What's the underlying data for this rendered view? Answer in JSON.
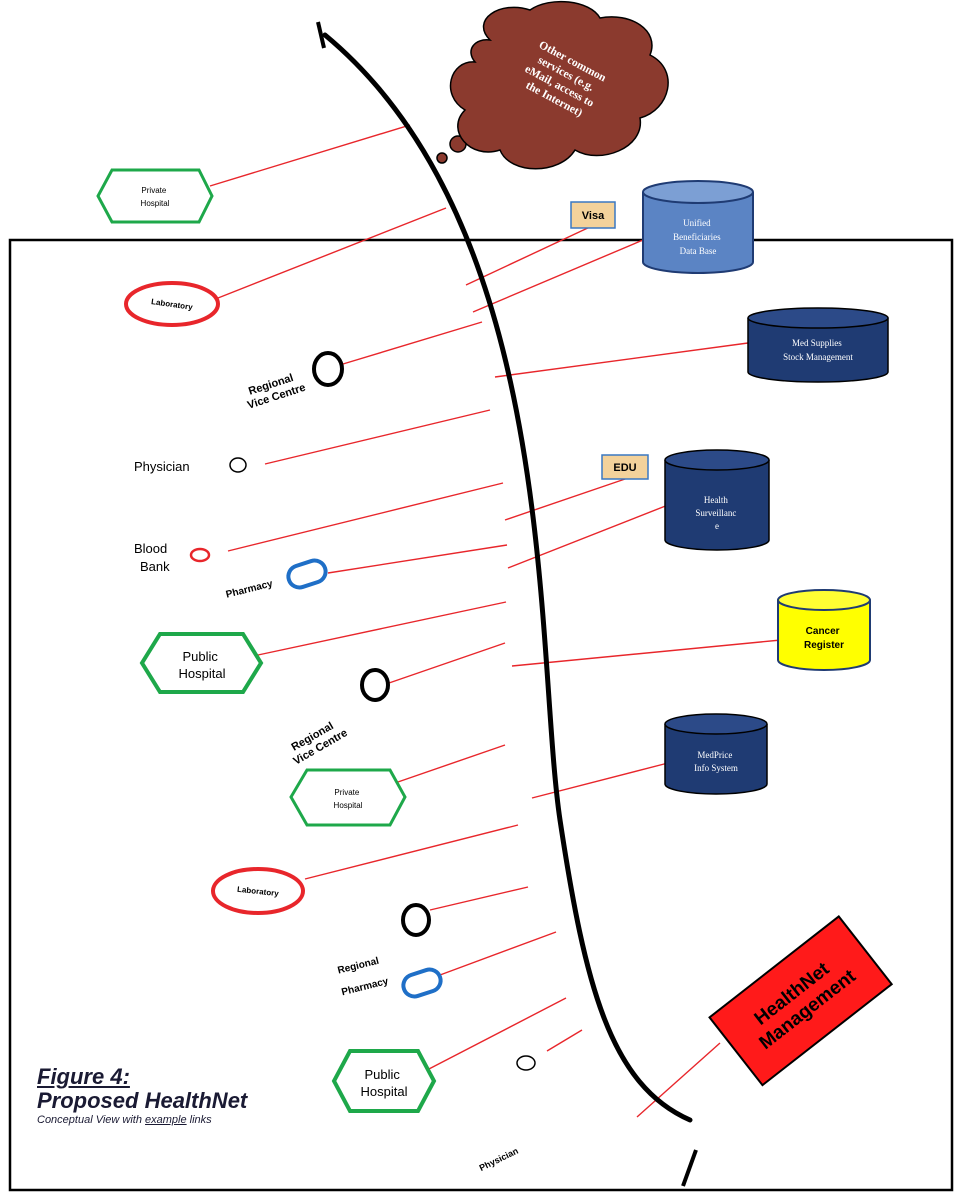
{
  "nodes": {
    "cloud": "Other common services (e.g. eMail, access to the Internet)",
    "private_hospital_1": [
      "Private",
      "Hospital"
    ],
    "laboratory_1": "Laboratory",
    "regional_vice_centre_1": [
      "Regional",
      "Vice Centre"
    ],
    "physician_1": "Physician",
    "blood_bank": [
      "Blood",
      "Bank"
    ],
    "pharmacy_1": "Pharmacy",
    "public_hospital_1": [
      "Public",
      "Hospital"
    ],
    "regional_vice_centre_2": [
      "Regional",
      "Vice Centre"
    ],
    "private_hospital_2": [
      "Private",
      "Hospital"
    ],
    "laboratory_2": "Laboratory",
    "regional_pharmacy": [
      "Regional",
      "Pharmacy"
    ],
    "public_hospital_2": [
      "Public",
      "Hospital"
    ],
    "physician_2": "Physician"
  },
  "services": {
    "visa": "Visa",
    "edu": "EDU",
    "unified_db": [
      "Unified",
      "Beneficiaries",
      "Data Base"
    ],
    "med_supplies": [
      "Med Supplies",
      "Stock Management"
    ],
    "health_surveillance": [
      "Health",
      "Surveillanc",
      "e"
    ],
    "cancer_register": [
      "Cancer",
      "Register"
    ],
    "medprice": [
      "MedPrice",
      "Info System"
    ],
    "healthnet_mgmt": [
      "HealthNet",
      "Management"
    ]
  },
  "caption": {
    "figure": "Figure 4:",
    "title": "Proposed HealthNet",
    "subtitle_pre": "Conceptual View with ",
    "subtitle_em": "example",
    "subtitle_post": " links"
  },
  "colors": {
    "link_red": "#e8262b",
    "backbone": "#000000",
    "cloud_fill": "#8b3a2e",
    "db_navy": "#1f3b73",
    "db_light": "#5b84c4",
    "cancer_yellow": "#ffff00",
    "hospital_green": "#1ea84a",
    "lab_red": "#e8262b",
    "pharmacy_blue": "#1f6fc7",
    "mgmt_red": "#ff1a1a",
    "tag_fill": "#f3d29b"
  }
}
